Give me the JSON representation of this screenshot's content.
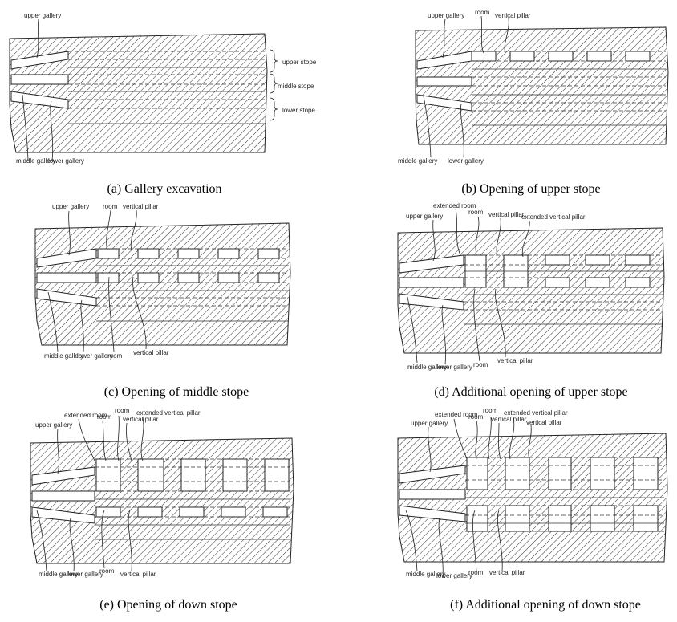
{
  "panels": [
    {
      "caption": "(a)  Gallery  excavation",
      "labels": [
        "upper gallery",
        "upper stope",
        "middle stope",
        "lower stope",
        "middle gallery",
        "lower gallery"
      ]
    },
    {
      "caption": "(b)  Opening  of  upper  stope",
      "labels": [
        "upper gallery",
        "room",
        "vertical pillar",
        "middle gallery",
        "lower gallery"
      ]
    },
    {
      "caption": "(c)  Opening  of  middle  stope",
      "labels": [
        "upper gallery",
        "room",
        "vertical pillar",
        "middle gallery",
        "lower gallery",
        "room",
        "vertical pillar"
      ]
    },
    {
      "caption": "(d)  Additional  opening  of  upper  stope",
      "labels": [
        "upper gallery",
        "extended room",
        "room",
        "vertical pillar",
        "extended vertical pillar",
        "middle gallery",
        "lower gallery",
        "room",
        "vertical pillar"
      ]
    },
    {
      "caption": "(e)  Opening  of  down  stope",
      "labels": [
        "upper gallery",
        "extended room",
        "room",
        "room",
        "extended vertical pillar",
        "vertical pillar",
        "middle gallery",
        "lower gallery",
        "room",
        "vertical pillar"
      ]
    },
    {
      "caption": "(f)  Additional  opening  of  down  stope",
      "labels": [
        "upper gallery",
        "extended room",
        "room",
        "room",
        "extended vertical pillar",
        "vertical pillar",
        "vertical pillar",
        "middle gallery",
        "lower gallery",
        "room",
        "vertical pillar"
      ]
    }
  ]
}
